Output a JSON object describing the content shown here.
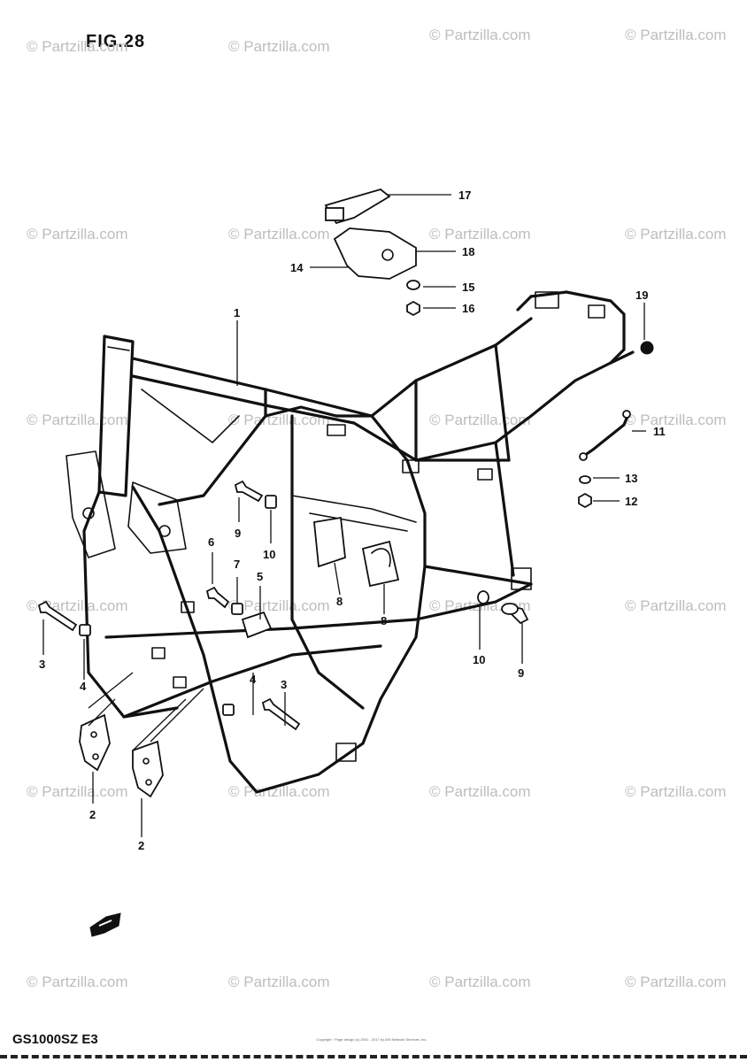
{
  "figure_title": "FIG.28",
  "model_code": "GS1000SZ E3",
  "fine_print": "Copyright · Page design (c) 2001 - 2017 by ARI Network Services, Inc.",
  "watermark_text": "© Partzilla.com",
  "callouts": {
    "c1": "1",
    "c2a": "2",
    "c2b": "2",
    "c3a": "3",
    "c3b": "3",
    "c4a": "4",
    "c4b": "4",
    "c5": "5",
    "c6": "6",
    "c7": "7",
    "c8a": "8",
    "c8b": "8",
    "c9a": "9",
    "c9b": "9",
    "c10a": "10",
    "c10b": "10",
    "c11": "11",
    "c12": "12",
    "c13": "13",
    "c14": "14",
    "c15": "15",
    "c16": "16",
    "c17": "17",
    "c18": "18",
    "c19": "19"
  },
  "colors": {
    "line": "#111111",
    "watermark": "#bdbdbd",
    "background": "#ffffff"
  }
}
